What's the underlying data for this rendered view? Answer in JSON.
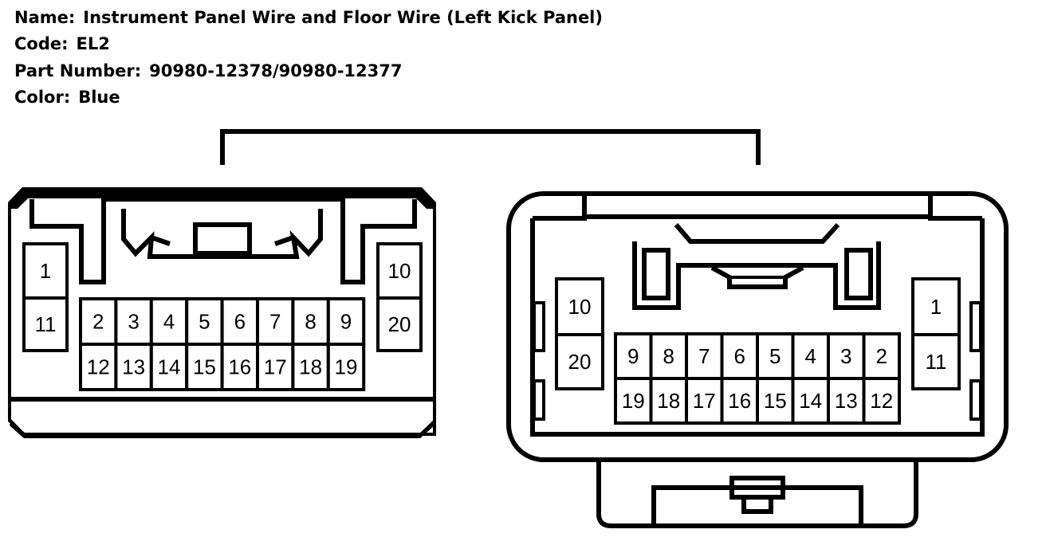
{
  "header": {
    "name_label": "Name:",
    "name_value": "Instrument Panel Wire and Floor Wire (Left Kick Panel)",
    "code_label": "Code:",
    "code_value": "EL2",
    "part_label": "Part Number:",
    "part_value": "90980-12378/90980-12377",
    "color_label": "Color:",
    "color_value": "Blue"
  },
  "left_connector": {
    "side_top": "1",
    "side_bottom": "11",
    "right_top": "10",
    "right_bottom": "20",
    "row1": [
      "2",
      "3",
      "4",
      "5",
      "6",
      "7",
      "8",
      "9"
    ],
    "row2": [
      "12",
      "13",
      "14",
      "15",
      "16",
      "17",
      "18",
      "19"
    ]
  },
  "right_connector": {
    "side_top": "10",
    "side_bottom": "20",
    "right_top": "1",
    "right_bottom": "11",
    "row1": [
      "9",
      "8",
      "7",
      "6",
      "5",
      "4",
      "3",
      "2"
    ],
    "row2": [
      "19",
      "18",
      "17",
      "16",
      "15",
      "14",
      "13",
      "12"
    ]
  },
  "colors": {
    "line": "#000000",
    "background": "#ffffff"
  }
}
